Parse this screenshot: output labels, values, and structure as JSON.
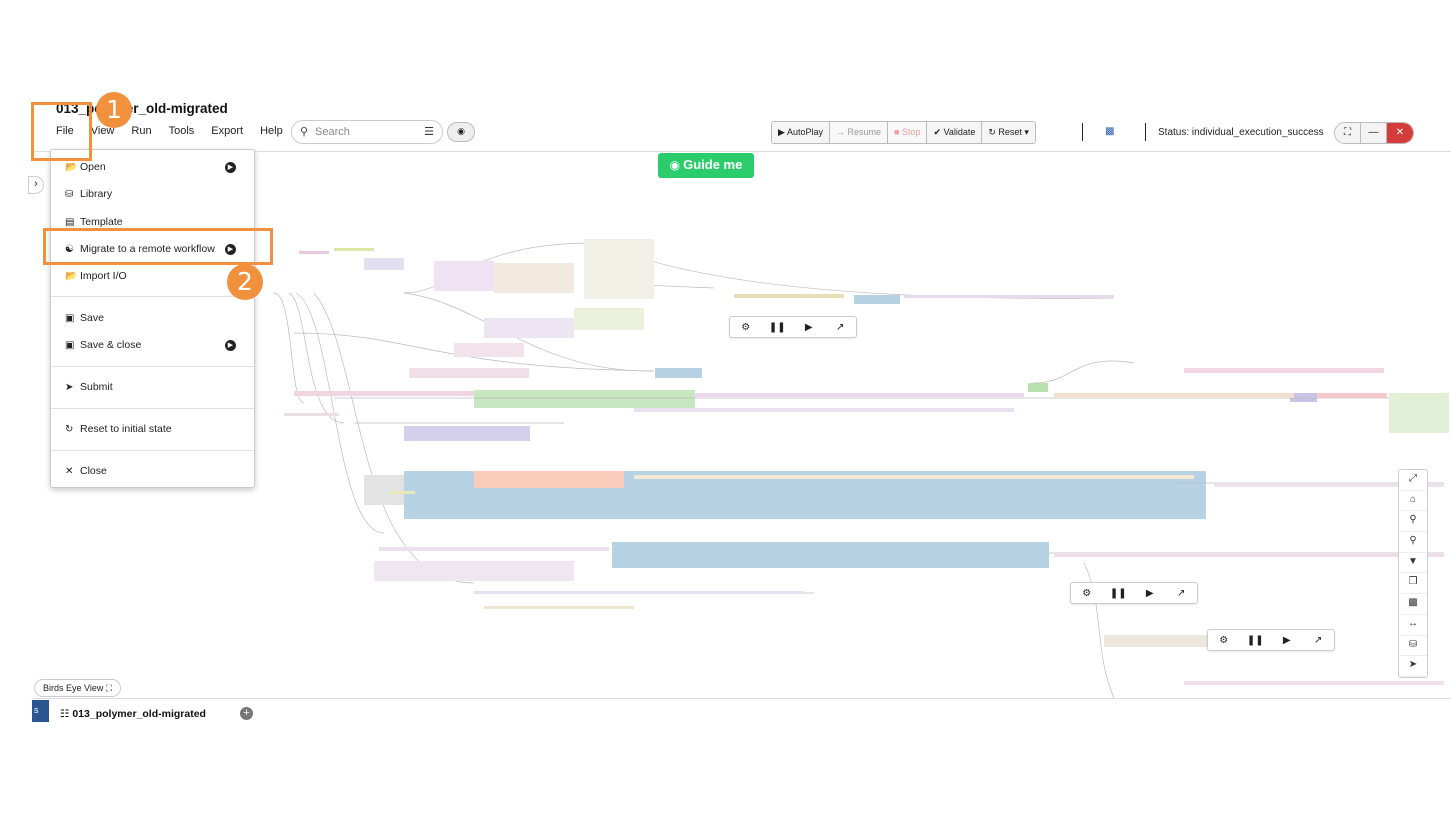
{
  "app": {
    "title": "013_polymer_old-migrated",
    "menu": [
      "File",
      "View",
      "Run",
      "Tools",
      "Export",
      "Help"
    ],
    "search_placeholder": "Search",
    "toolbar": {
      "autoplay": "AutoPlay",
      "resume": "Resume",
      "stop": "Stop",
      "validate": "Validate",
      "reset": "Reset"
    },
    "status": "Status: individual_execution_success",
    "guide_label": "Guide me",
    "birds_eye_label": "Birds Eye View",
    "tab_label": "013_polymer_old-migrated",
    "tab_stub": "s"
  },
  "file_menu": {
    "open": "Open",
    "library": "Library",
    "template": "Template",
    "migrate": "Migrate to a remote workflow",
    "import_io": "Import I/O",
    "save": "Save",
    "save_close": "Save & close",
    "submit": "Submit",
    "reset": "Reset to initial state",
    "close": "Close"
  },
  "annotations": {
    "step1": "1",
    "step2": "2"
  },
  "icons": {
    "search": "search-icon",
    "filter": "sliders-icon",
    "play": "play-icon",
    "pause": "pause-icon",
    "gear": "gear-icon",
    "chart": "line-chart-icon"
  },
  "colors": {
    "accent_orange": "#f1903d",
    "guide_green": "#2bcc6b",
    "close_red": "#d43c3c",
    "tab_blue": "#2a5591"
  }
}
